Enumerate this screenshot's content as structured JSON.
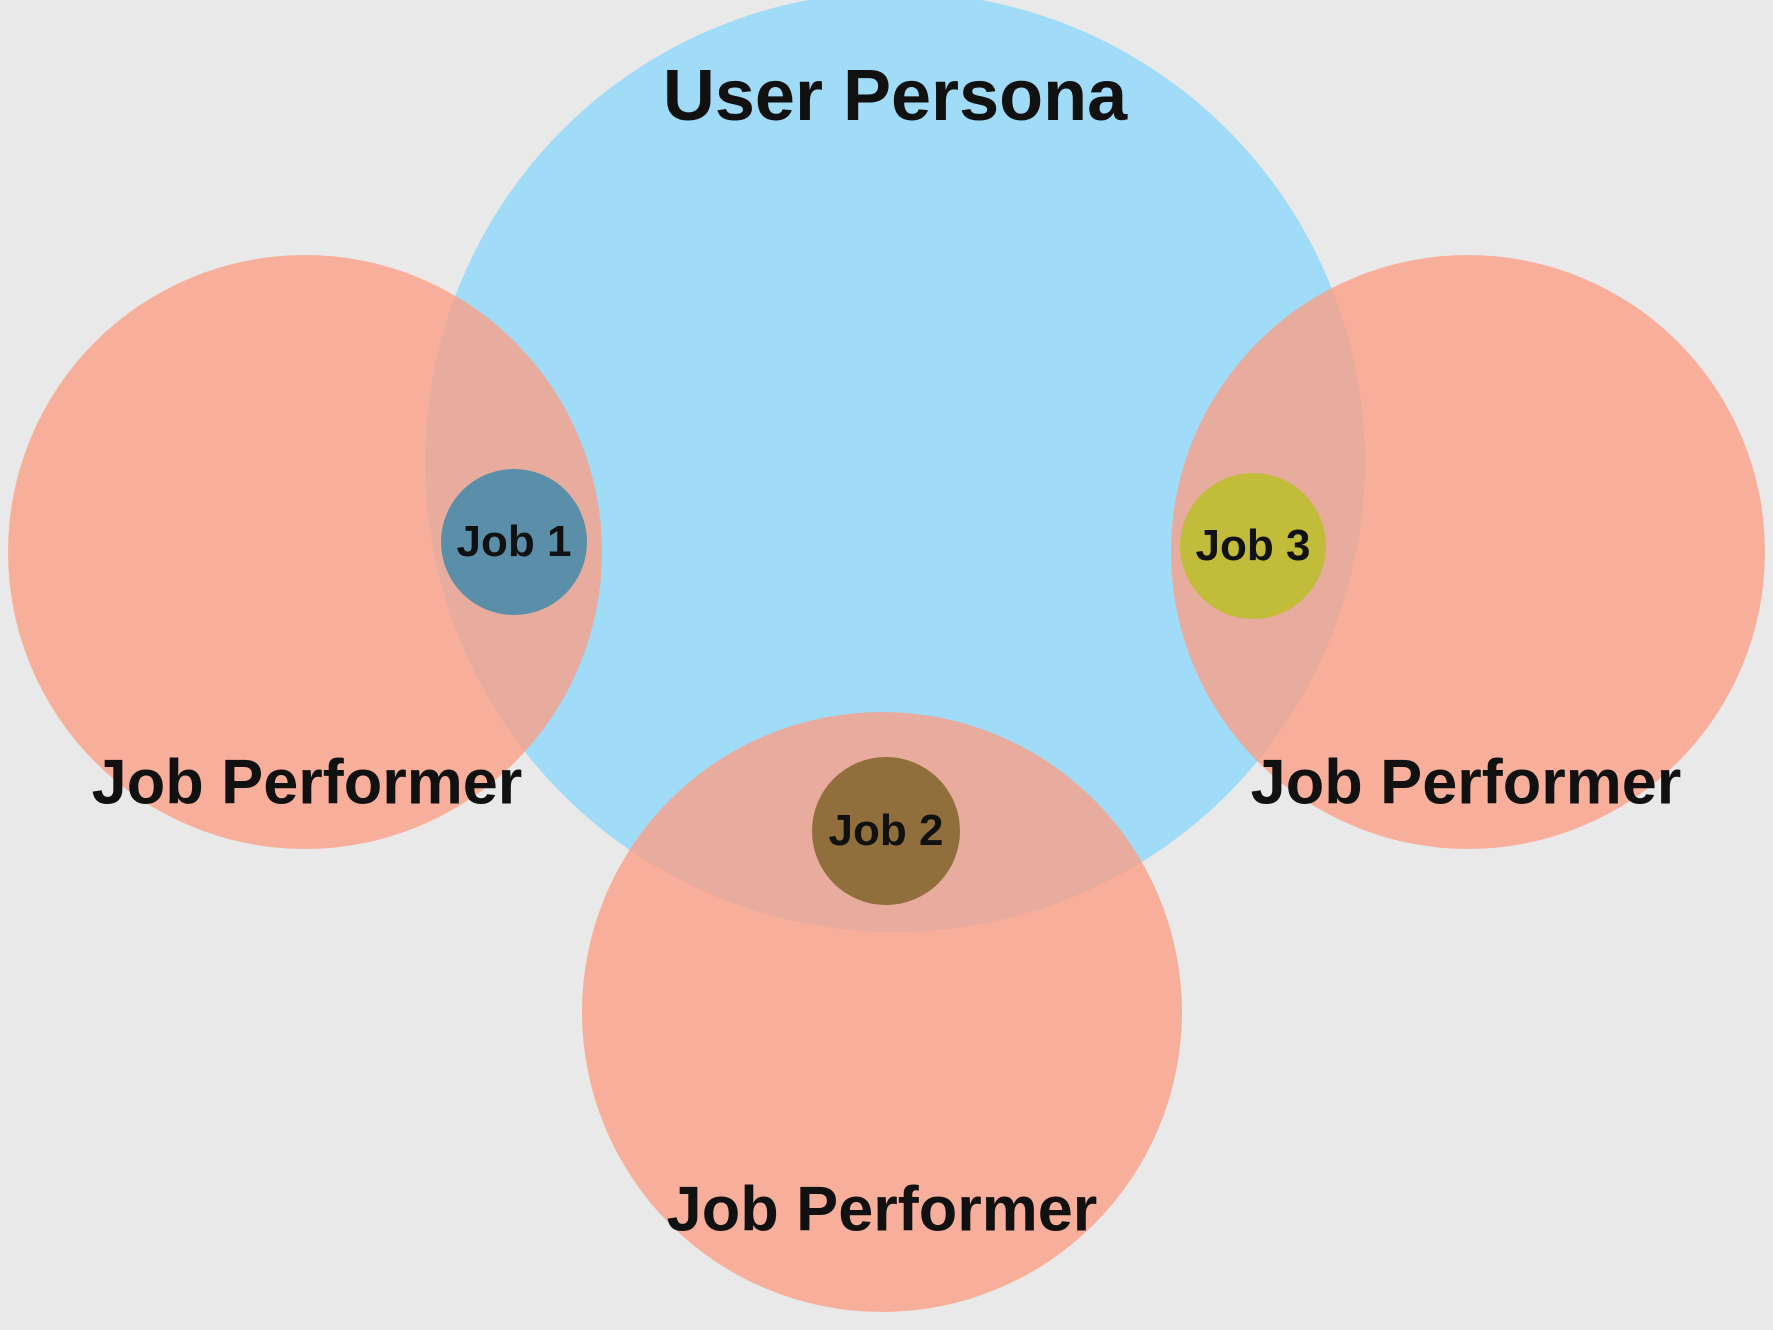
{
  "diagram_type": "venn",
  "colors": {
    "background": "#e9e9e9",
    "persona_circle": "#a0dbf7",
    "performer_circle_apparent": "#f7af9b",
    "performer_overlap_apparent": "#e4ad9e",
    "text": "#111111"
  },
  "persona": {
    "label": "User Persona"
  },
  "performers": [
    {
      "position": "left",
      "label": "Job Performer"
    },
    {
      "position": "right",
      "label": "Job Performer"
    },
    {
      "position": "bottom",
      "label": "Job Performer"
    }
  ],
  "jobs": [
    {
      "label": "Job 1",
      "color": "#5b8fa9"
    },
    {
      "label": "Job 2",
      "color": "#916f3c"
    },
    {
      "label": "Job 3",
      "color": "#c1bc3a"
    }
  ]
}
